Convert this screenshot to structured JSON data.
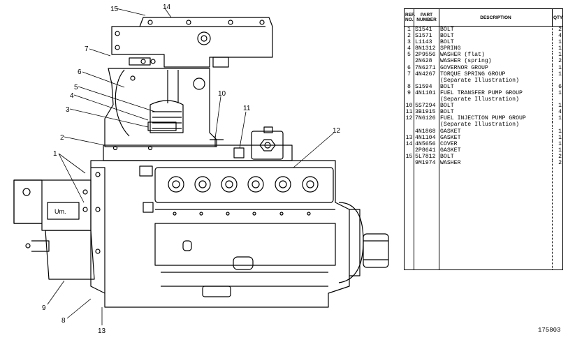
{
  "callouts": [
    "15",
    "14",
    "7",
    "6",
    "5",
    "4",
    "3",
    "2",
    "1",
    "10",
    "11",
    "12",
    "9",
    "8",
    "13"
  ],
  "table": {
    "headers": {
      "ref": "REF. NO.",
      "part": "PART NUMBER",
      "description": "DESCRIPTION",
      "qty": "QTY"
    },
    "rows": [
      {
        "ref": "1",
        "part": "S1541",
        "desc": "BOLT",
        "qty": "2"
      },
      {
        "ref": "2",
        "part": "S1571",
        "desc": "BOLT",
        "qty": "4"
      },
      {
        "ref": "3",
        "part": "L1143",
        "desc": "BOLT",
        "qty": "1"
      },
      {
        "ref": "4",
        "part": "8N1312",
        "desc": "SPRING",
        "qty": "1"
      },
      {
        "ref": "5",
        "part": "2P9556",
        "desc": "WASHER (flat)",
        "qty": "1"
      },
      {
        "ref": "",
        "part": "2N628",
        "desc": "WASHER (spring)",
        "qty": "2"
      },
      {
        "ref": "6",
        "part": "7N6271",
        "desc": "GOVERNOR GROUP",
        "qty": "1"
      },
      {
        "ref": "7",
        "part": "4N4267",
        "desc": "TORQUE SPRING GROUP",
        "qty": "1"
      },
      {
        "ref": "",
        "part": "",
        "desc": "(Separate Illustration)",
        "qty": ""
      },
      {
        "ref": "8",
        "part": "S1594",
        "desc": "BOLT",
        "qty": "6"
      },
      {
        "ref": "9",
        "part": "4N1101",
        "desc": "FUEL TRANSFER PUMP GROUP",
        "qty": "1"
      },
      {
        "ref": "",
        "part": "",
        "desc": "(Separate Illustration)",
        "qty": ""
      },
      {
        "ref": "10",
        "part": "5S7294",
        "desc": "BOLT",
        "qty": "1"
      },
      {
        "ref": "11",
        "part": "3B1915",
        "desc": "BOLT",
        "qty": "4"
      },
      {
        "ref": "12",
        "part": "7N6126",
        "desc": "FUEL INJECTION PUMP GROUP",
        "qty": "1"
      },
      {
        "ref": "",
        "part": "",
        "desc": "(Separate Illustration)",
        "qty": ""
      },
      {
        "ref": "",
        "part": "4N1868",
        "desc": "GASKET",
        "qty": "1"
      },
      {
        "ref": "13",
        "part": "4N1104",
        "desc": "GASKET",
        "qty": "1"
      },
      {
        "ref": "14",
        "part": "4N5656",
        "desc": "COVER",
        "qty": "1"
      },
      {
        "ref": "",
        "part": "2P8641",
        "desc": "GASKET",
        "qty": "1"
      },
      {
        "ref": "15",
        "part": "5L7812",
        "desc": "BOLT",
        "qty": "2"
      },
      {
        "ref": "",
        "part": "9M1974",
        "desc": "WASHER",
        "qty": "2"
      }
    ]
  },
  "figure_id": "175803",
  "plate_text": "Um."
}
